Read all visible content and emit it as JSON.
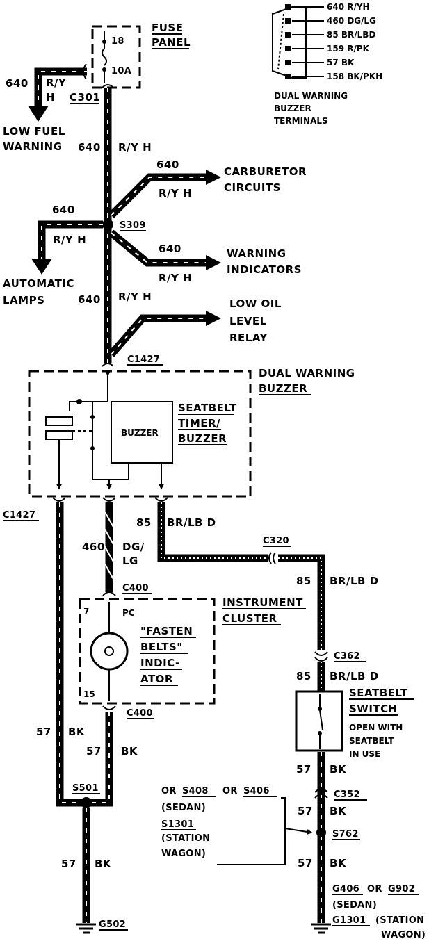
{
  "fuse": {
    "num": "18",
    "rating": "10A",
    "title1": "FUSE",
    "title2": "PANEL",
    "connector": "C301"
  },
  "low_fuel": {
    "circuit": "640",
    "color1": "R/Y",
    "color2": "H",
    "label1": "LOW FUEL",
    "label2": "WARNING"
  },
  "main_wire": {
    "circuit": "640",
    "color": "R/Y H"
  },
  "carb": {
    "circuit": "640",
    "color": "R/Y H",
    "label1": "CARBURETOR",
    "label2": "CIRCUITS"
  },
  "splice_s309": "S309",
  "auto_lamps": {
    "circuit": "640",
    "color": "R/Y H",
    "label1": "AUTOMATIC",
    "label2": "LAMPS"
  },
  "warn_ind": {
    "circuit": "640",
    "color": "R/Y H",
    "label1": "WARNING",
    "label2": "INDICATORS"
  },
  "lower_wire": {
    "circuit": "640",
    "color": "R/Y H"
  },
  "low_oil": {
    "label1": "LOW OIL",
    "label2": "LEVEL",
    "label3": "RELAY"
  },
  "c1427_top": "C1427",
  "buzzer_module": {
    "title1": "DUAL WARNING",
    "title2": "BUZZER",
    "inner": "BUZZER",
    "sb1": "SEATBELT",
    "sb2": "TIMER/",
    "sb3": "BUZZER"
  },
  "c1427_left": "C1427",
  "w460": {
    "circuit": "460",
    "color1": "DG/",
    "color2": "LG"
  },
  "w85a": {
    "circuit": "85",
    "color": "BR/LB D"
  },
  "c320": "C320",
  "w85b": {
    "circuit": "85",
    "color": "BR/LB D"
  },
  "c400_top": "C400",
  "cluster": {
    "pin_top": "7",
    "pc": "PC",
    "title1": "INSTRUMENT",
    "title2": "CLUSTER",
    "ind1": "\"FASTEN",
    "ind2": "BELTS\"",
    "ind3": "INDIC-",
    "ind4": "ATOR",
    "pin_bottom": "15"
  },
  "c400_bottom": "C400",
  "c362": "C362",
  "w85c": {
    "circuit": "85",
    "color": "BR/LB D"
  },
  "switch": {
    "title1": "SEATBELT",
    "title2": "SWITCH",
    "note1": "OPEN WITH",
    "note2": "SEATBELT",
    "note3": "IN USE"
  },
  "w57_left": {
    "circuit": "57",
    "color": "BK"
  },
  "w57_mid": {
    "circuit": "57",
    "color": "BK"
  },
  "w57_sw": {
    "circuit": "57",
    "color": "BK"
  },
  "c352": "C352",
  "w57_c352": {
    "circuit": "57",
    "color": "BK"
  },
  "splice_note": {
    "l1a": "OR",
    "l1b": "S408",
    "l1c": "OR",
    "l1d": "S406",
    "l2": "(SEDAN)",
    "l3": "S1301",
    "l4": "(STATION",
    "l5": "WAGON)"
  },
  "s762": "S762",
  "w57_s762": {
    "circuit": "57",
    "color": "BK"
  },
  "s501": "S501",
  "w57_bottom": {
    "circuit": "57",
    "color": "BK"
  },
  "g502": "G502",
  "ground_note": {
    "l1a": "G406",
    "l1b": "OR",
    "l1c": "G902",
    "l2": "(SEDAN)",
    "l3a": "G1301",
    "l3b": "(STATION",
    "l4": "WAGON)"
  },
  "terminals": {
    "items": [
      "640 R/YH",
      "460 DG/LG",
      "85 BR/LBD",
      "159 R/PK",
      "57 BK",
      "158 BK/PKH"
    ],
    "caption1": "DUAL WARNING",
    "caption2": "BUZZER",
    "caption3": "TERMINALS"
  }
}
